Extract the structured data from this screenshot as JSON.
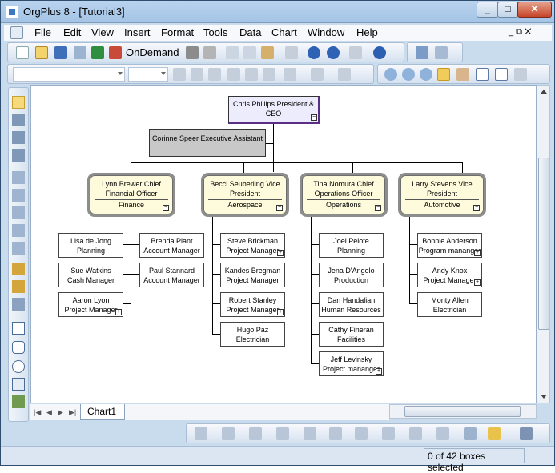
{
  "window": {
    "title": "OrgPlus 8 - [Tutorial3]",
    "caption": {
      "minimize": "_",
      "maximize": "□",
      "close": "✕"
    }
  },
  "menubar": {
    "items": [
      "File",
      "Edit",
      "View",
      "Insert",
      "Format",
      "Tools",
      "Data",
      "Chart",
      "Window",
      "Help"
    ],
    "mdi": "_ ⧉ ✕"
  },
  "toolbar": {
    "ondemand_label": "OnDemand"
  },
  "format_toolbar": {
    "font_name": "",
    "font_size": ""
  },
  "chart": {
    "ceo": {
      "name": "Chris Phillips",
      "title": "President & CEO"
    },
    "assistant": {
      "name": "Corinne Speer",
      "title": "Executive Assistant"
    },
    "managers": [
      {
        "name": "Lynn Brewer",
        "title": "Chief Financial Officer",
        "dept": "Finance"
      },
      {
        "name": "Becci Seuberling",
        "title": "Vice President",
        "dept": "Aerospace"
      },
      {
        "name": "Tina Nomura",
        "title": "Chief Operations Officer",
        "dept": "Operations"
      },
      {
        "name": "Larry Stevens",
        "title": "Vice President",
        "dept": "Automotive"
      }
    ],
    "finance_left": [
      {
        "name": "Lisa de Jong",
        "title": "Planning"
      },
      {
        "name": "Sue Watkins",
        "title": "Cash Manager"
      },
      {
        "name": "Aaron Lyon",
        "title": "Project Manager"
      }
    ],
    "finance_right": [
      {
        "name": "Brenda Plant",
        "title": "Account Manager"
      },
      {
        "name": "Paul Stannard",
        "title": "Account Manager"
      }
    ],
    "aerospace": [
      {
        "name": "Steve Brickman",
        "title": "Project Manager"
      },
      {
        "name": "Kandes Bregman",
        "title": "Project Manager"
      },
      {
        "name": "Robert Stanley",
        "title": "Project Manager"
      },
      {
        "name": "Hugo Paz",
        "title": "Electrician"
      }
    ],
    "operations": [
      {
        "name": "Joel Pelote",
        "title": "Planning"
      },
      {
        "name": "Jena D'Angelo",
        "title": "Production"
      },
      {
        "name": "Dan Handalian",
        "title": "Human Resources"
      },
      {
        "name": "Cathy Fineran",
        "title": "Facilities"
      },
      {
        "name": "Jeff Levinsky",
        "title": "Project mananger"
      }
    ],
    "automotive": [
      {
        "name": "Bonnie Anderson",
        "title": "Program mananger"
      },
      {
        "name": "Andy Knox",
        "title": "Project Manager"
      },
      {
        "name": "Monty Allen",
        "title": "Electrician"
      }
    ]
  },
  "tabs": {
    "active": "Chart1"
  },
  "status": {
    "selection": "0 of 42 boxes selected"
  }
}
